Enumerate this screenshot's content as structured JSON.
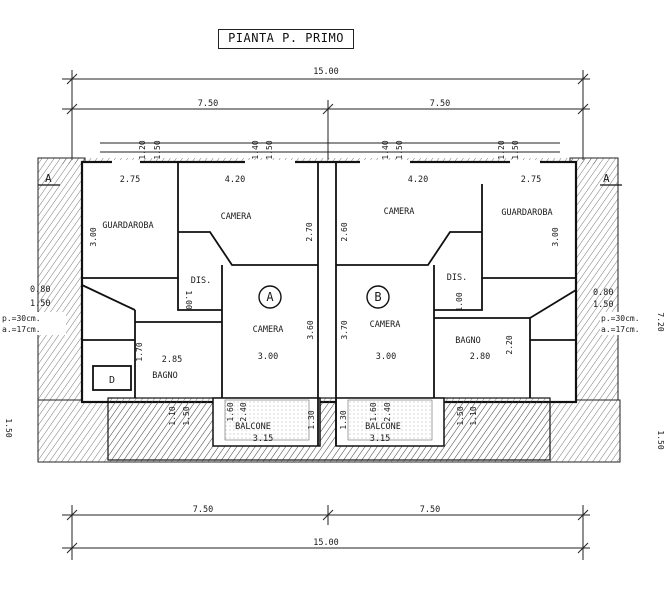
{
  "title": "PIANTA P. PRIMO",
  "dimensions": {
    "total_top": "15.00",
    "total_bottom": "15.00",
    "half_top_left": "7.50",
    "half_top_right": "7.50",
    "half_bottom_left": "7.50",
    "half_bottom_right": "7.50",
    "win_a": "1.20",
    "win_b": "1.50",
    "win_c": "1.40",
    "win_d": "1.50",
    "win_e": "1.40",
    "win_f": "1.50",
    "win_g": "1.20",
    "win_h": "1.50",
    "w_guardaroba_left": "2.75",
    "w_camera_left": "4.20",
    "w_camera_right": "4.20",
    "w_guardaroba_right": "2.75",
    "h_guardaroba_left": "3.00",
    "h_camera_left": "2.70",
    "h_camera_right": "2.60",
    "h_guardaroba_right": "3.00",
    "stair_left_a": "0.80",
    "stair_left_b": "1.50",
    "stair_right_a": "0.80",
    "stair_right_b": "1.50",
    "dis_left": "1.00",
    "dis_right": "1.00",
    "h_camera_a": "3.60",
    "h_camera_b": "3.70",
    "bagno_left_w": "2.85",
    "bagno_left_h": "1.70",
    "bagno_right_w": "2.80",
    "bagno_right_h": "2.20",
    "w_camera_a": "3.00",
    "w_camera_b": "3.00",
    "b1": "1.10",
    "b2": "1.50",
    "b3": "1.60",
    "b4": "2.40",
    "b5": "1.30",
    "b6": "1.30",
    "b7": "1.60",
    "b8": "2.40",
    "b9": "1.50",
    "b10": "1.10",
    "balcone_left_w": "3.15",
    "balcone_right_w": "3.15",
    "side_right_top": "7.20",
    "side_right_bottom": "1.50",
    "side_left_bottom": "1.50"
  },
  "rooms": {
    "guardaroba_left": "GUARDAROBA",
    "camera_left": "CAMERA",
    "camera_right": "CAMERA",
    "guardaroba_right": "GUARDAROBA",
    "dis_left": "DIS.",
    "dis_right": "DIS.",
    "camera_a": "CAMERA",
    "camera_b": "CAMERA",
    "bagno_left": "BAGNO",
    "bagno_right": "BAGNO",
    "balcone_left": "BALCONE",
    "balcone_right": "BALCONE",
    "d_label": "D"
  },
  "units": {
    "a": "A",
    "b": "B"
  },
  "sections": {
    "left": "A",
    "right": "A"
  },
  "stairs": {
    "left_p": "p.=30cm.",
    "left_a": "a.=17cm.",
    "right_p": "p.=30cm.",
    "right_a": "a.=17cm."
  }
}
